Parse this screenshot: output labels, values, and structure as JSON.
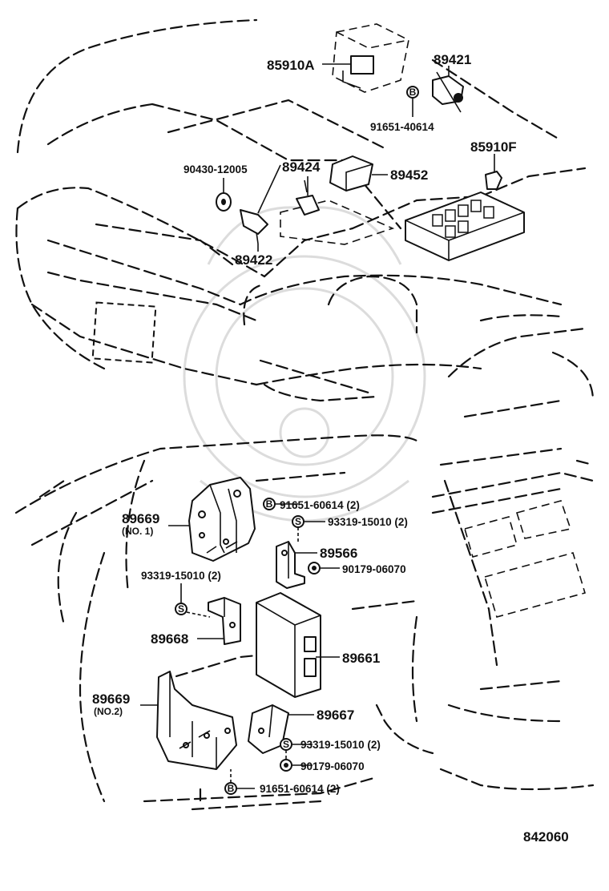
{
  "diagram": {
    "id": "842060",
    "parts": {
      "p85910A": "85910A",
      "p89421": "89421",
      "p91651_40614": "91651-40614",
      "p85910F": "85910F",
      "p90430_12005": "90430-12005",
      "p89424": "89424",
      "p89452": "89452",
      "p89422": "89422",
      "p89669_no1": "89669",
      "p89669_no1_note": "(NO. 1)",
      "p91651_60614_a": "91651-60614 (2)",
      "p93319_15010_a": "93319-15010 (2)",
      "p89566": "89566",
      "p90179_06070_a": "90179-06070",
      "p93319_15010_b": "93319-15010 (2)",
      "p89668": "89668",
      "p89661": "89661",
      "p89669_no2": "89669",
      "p89669_no2_note": "(NO.2)",
      "p89667": "89667",
      "p93319_15010_c": "93319-15010 (2)",
      "p90179_06070_b": "90179-06070",
      "p91651_60614_b": "91651-60614 (2)"
    },
    "marker_letters": {
      "bolt": "B",
      "stud": "S"
    }
  }
}
